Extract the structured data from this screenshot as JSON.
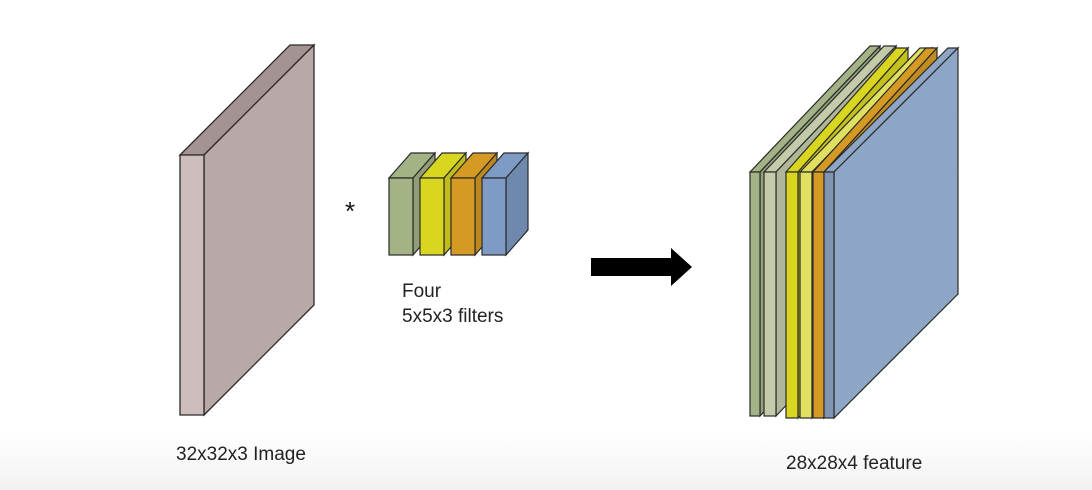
{
  "labels": {
    "operator": "*",
    "filters_line1": "Four",
    "filters_line2": "5x5x3 filters",
    "image": "32x32x3 Image",
    "feature": "28x28x4 feature"
  },
  "colors": {
    "input_front": "#cdbdbc",
    "input_top": "#a39392",
    "input_side": "#b8a8a7",
    "filters": [
      "#a3b386",
      "#d9d620",
      "#d59a24",
      "#7e9bc5"
    ],
    "feature_maps": [
      "#a3b386",
      "#c3cbaa",
      "#d9d620",
      "#e0e060",
      "#d59a24",
      "#8ea6c5"
    ],
    "arrow": "#000000",
    "outline": "#2a2a2a"
  }
}
